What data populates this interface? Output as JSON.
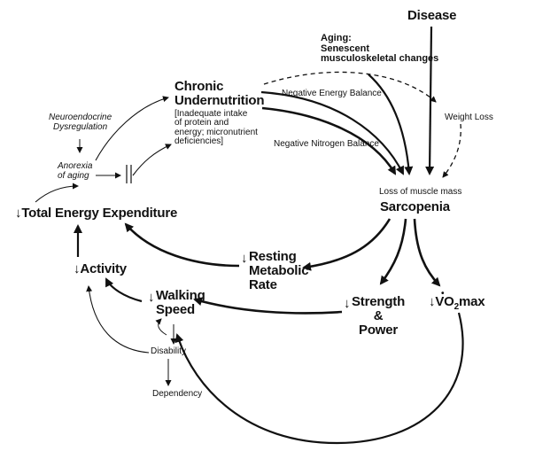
{
  "nodes": {
    "disease": "Disease",
    "aging_line1": "Aging:",
    "aging_line2": "Senescent",
    "aging_line3": "musculoskeletal changes",
    "chronic_line1": "Chronic",
    "chronic_line2": "Undernutrition",
    "chronic_detail": "[Inadequate intake\nof protein and\nenergy; micronutrient\ndeficiencies]",
    "neuro": "Neuroendocrine\nDysregulation",
    "anorexia": "Anorexia\nof aging",
    "neg_energy": "Negative Energy Balance",
    "neg_nitrogen": "Negative Nitrogen Balance",
    "weight_loss": "Weight Loss",
    "loss_muscle": "Loss of muscle mass",
    "sarcopenia": "Sarcopenia",
    "tee": "Total Energy Expenditure",
    "activity": "Activity",
    "rmr": "Resting\nMetabolic\nRate",
    "walking": "Walking\nSpeed",
    "strength": "Strength\n&\nPower",
    "vo2_pre": "VO",
    "vo2_sub": "2",
    "vo2_post": "max",
    "disability": "Disability",
    "dependency": "Dependency",
    "down_arrow": "↓"
  },
  "colors": {
    "ink": "#111111"
  }
}
